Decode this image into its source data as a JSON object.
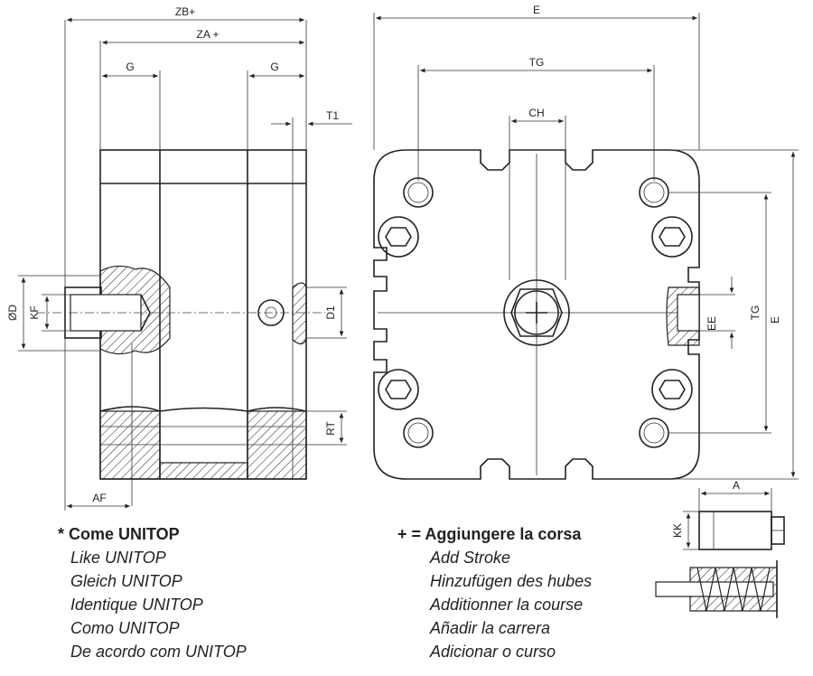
{
  "dimensions": {
    "zb": "ZB+",
    "za": "ZA +",
    "g1": "G",
    "g2": "G",
    "t1": "T1",
    "od": "ØD",
    "kf": "KF",
    "d1": "D1",
    "rt": "RT",
    "af": "AF",
    "e_top": "E",
    "tg_top": "TG",
    "ch": "CH",
    "ee": "EE",
    "tg_side": "TG",
    "e_side": "E",
    "a": "A",
    "kk": "KK"
  },
  "legend_left": {
    "heading": "* Come UNITOP",
    "items": [
      "Like UNITOP",
      "Gleich UNITOP",
      "Identique UNITOP",
      "Como UNITOP",
      "De acordo com UNITOP"
    ]
  },
  "legend_right": {
    "heading": "+ = Aggiungere la corsa",
    "items": [
      "Add Stroke",
      "Hinzufügen des hubes",
      "Additionner la course",
      "Añadir la carrera",
      "Adicionar o curso"
    ]
  }
}
